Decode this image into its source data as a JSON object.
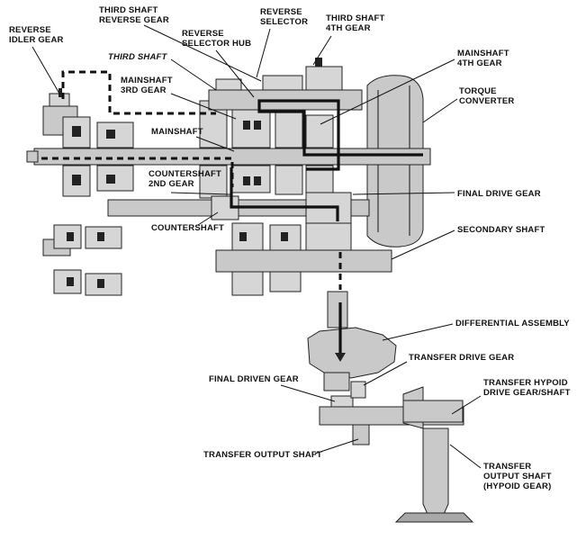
{
  "labels": {
    "reverse_idler_gear": [
      "REVERSE",
      "IDLER GEAR"
    ],
    "third_shaft_reverse_gear": [
      "THIRD SHAFT",
      "REVERSE GEAR"
    ],
    "reverse_selector": [
      "REVERSE",
      "SELECTOR"
    ],
    "third_shaft_4th_gear": [
      "THIRD SHAFT",
      "4TH GEAR"
    ],
    "reverse_selector_hub": [
      "REVERSE",
      "SELECTOR HUB"
    ],
    "third_shaft": "THIRD SHAFT",
    "mainshaft_3rd_gear": [
      "MAINSHAFT",
      "3RD GEAR"
    ],
    "mainshaft_4th_gear": [
      "MAINSHAFT",
      "4TH GEAR"
    ],
    "torque_converter": [
      "TORQUE",
      "CONVERTER"
    ],
    "mainshaft": "MAINSHAFT",
    "countershaft_2nd_gear": [
      "COUNTERSHAFT",
      "2ND GEAR"
    ],
    "final_drive_gear": "FINAL DRIVE GEAR",
    "countershaft": "COUNTERSHAFT",
    "secondary_shaft": "SECONDARY SHAFT",
    "differential_assembly": "DIFFERENTIAL ASSEMBLY",
    "transfer_drive_gear": "TRANSFER DRIVE GEAR",
    "final_driven_gear": "FINAL DRIVEN GEAR",
    "transfer_hypoid_drive_gear_shaft": [
      "TRANSFER HYPOID",
      "DRIVE GEAR/SHAFT"
    ],
    "transfer_output_shaft": "TRANSFER OUTPUT SHAFT",
    "transfer_output_shaft_hypoid": [
      "TRANSFER",
      "OUTPUT SHAFT",
      "(HYPOID GEAR)"
    ]
  }
}
